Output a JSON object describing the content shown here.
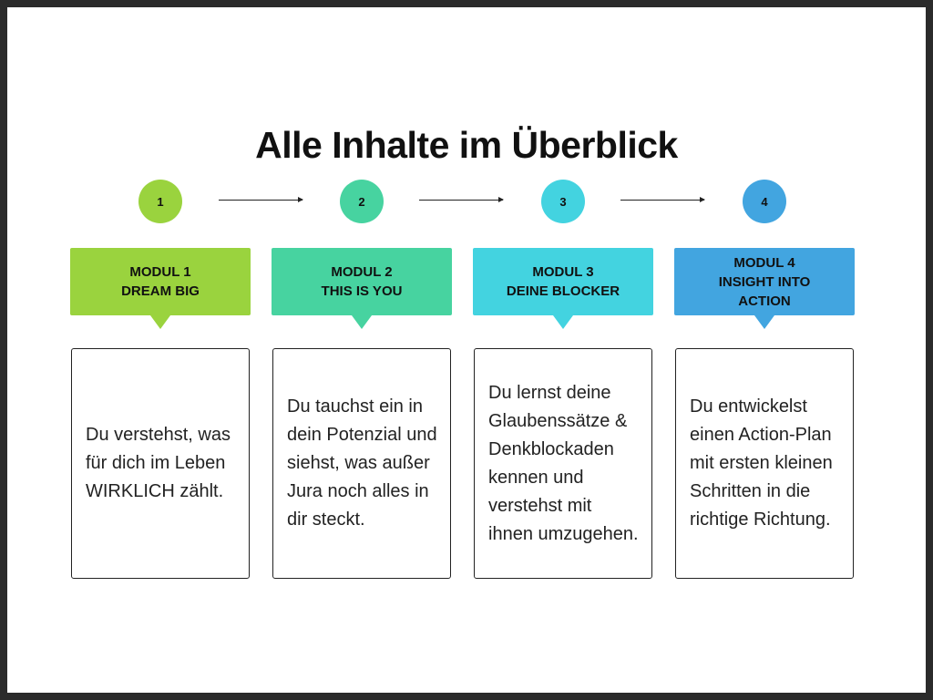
{
  "title": "Alle Inhalte im Überblick",
  "steps": [
    {
      "number": "1",
      "color": "#9ad33e"
    },
    {
      "number": "2",
      "color": "#47d3a0"
    },
    {
      "number": "3",
      "color": "#43d3e0"
    },
    {
      "number": "4",
      "color": "#42a5e0"
    }
  ],
  "modules": [
    {
      "header_lines": [
        "MODUL 1",
        "DREAM BIG"
      ],
      "color": "#9ad33e",
      "text": "Du verstehst, was für dich im Leben WIRKLICH zählt."
    },
    {
      "header_lines": [
        "MODUL 2",
        "THIS IS YOU"
      ],
      "color": "#47d3a0",
      "text": "Du tauchst ein in dein Potenzial und siehst, was außer Jura noch alles in dir steckt."
    },
    {
      "header_lines": [
        "MODUL 3",
        "DEINE BLOCKER"
      ],
      "color": "#43d3e0",
      "text": "Du lernst deine Glaubenssätze & Denkblockaden kennen und verstehst mit ihnen umzugehen."
    },
    {
      "header_lines": [
        "MODUL 4",
        "INSIGHT INTO",
        "ACTION"
      ],
      "color": "#42a5e0",
      "text": "Du entwickelst einen Action-Plan mit ersten kleinen Schritten in die richtige Richtung."
    }
  ]
}
